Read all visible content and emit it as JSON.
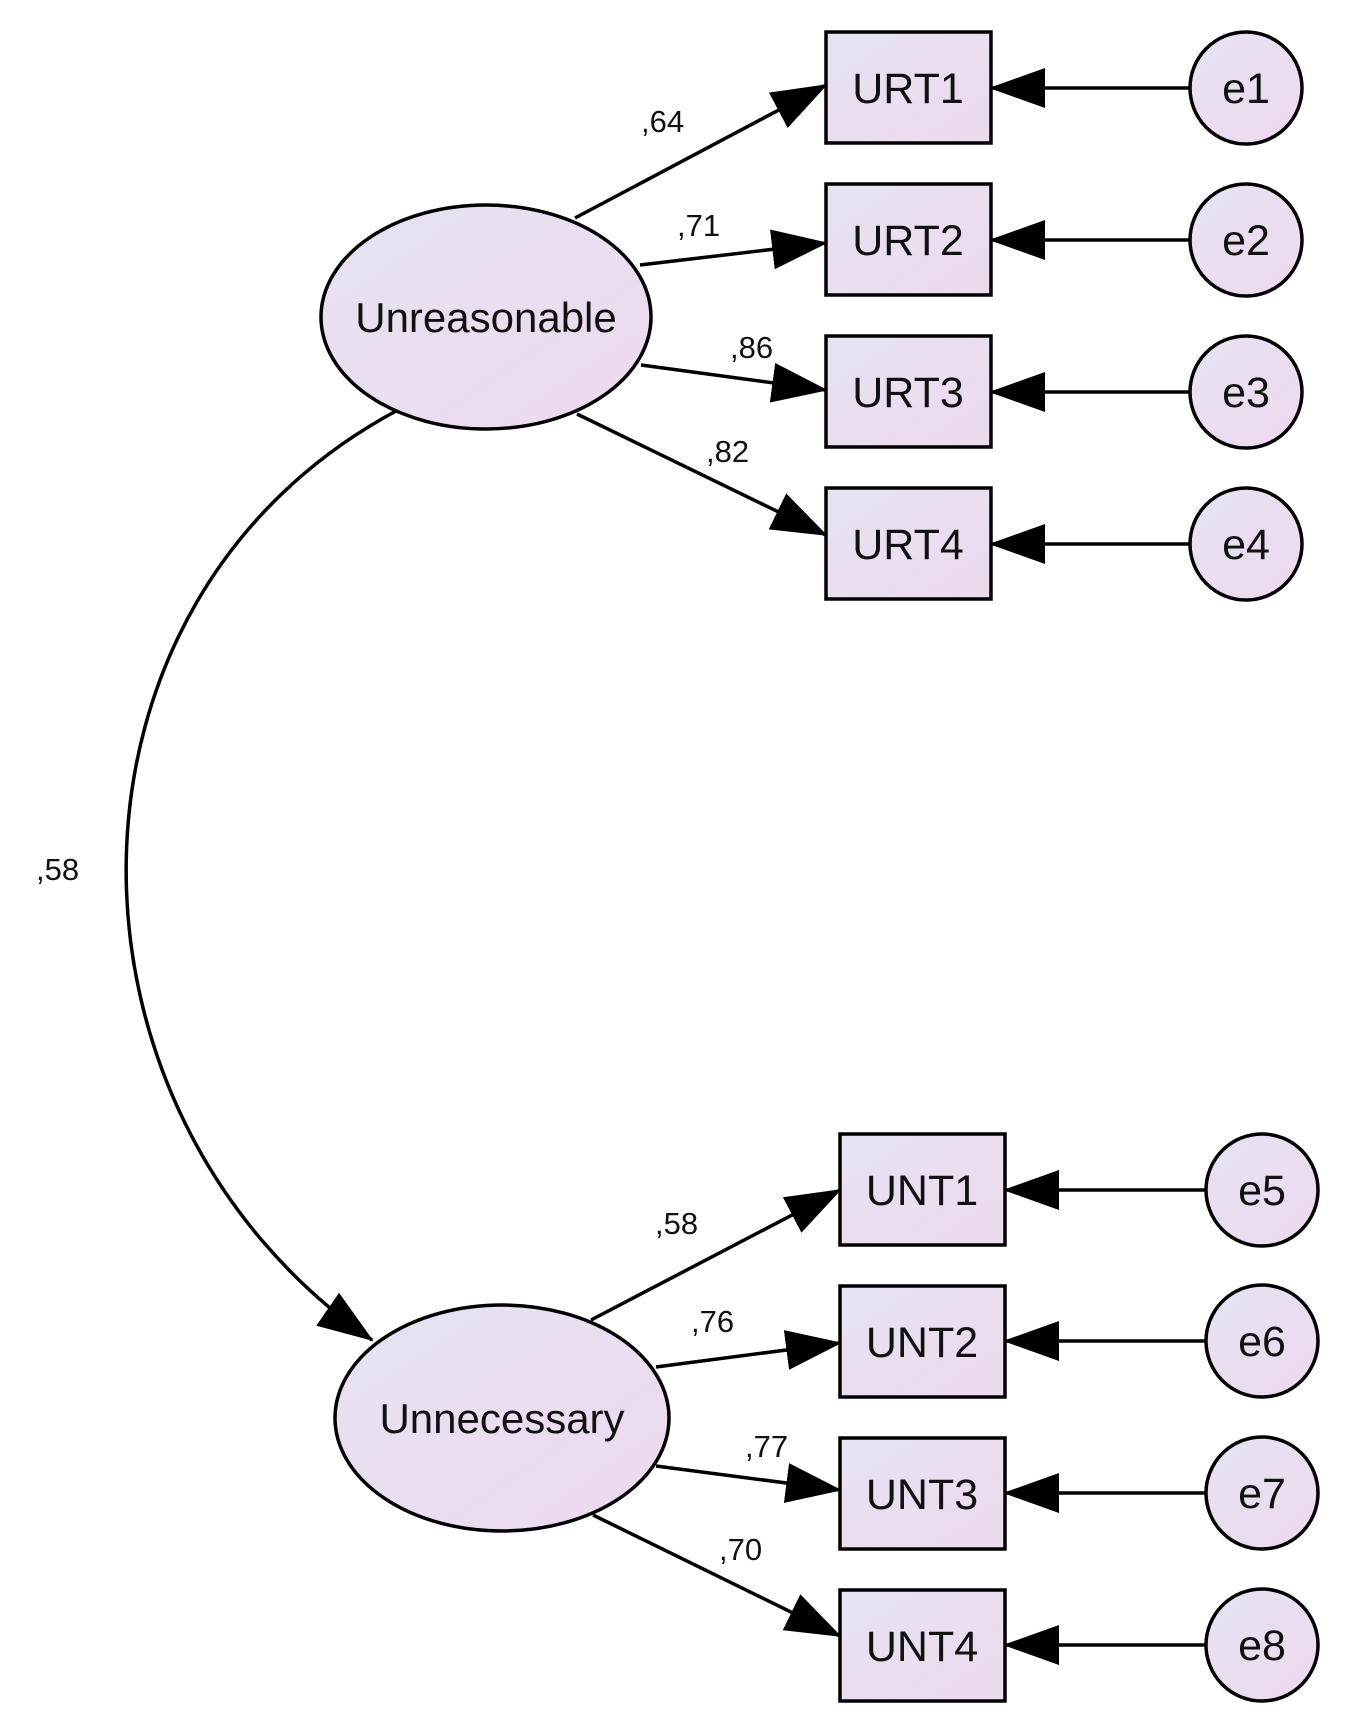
{
  "colors": {
    "fill_start": "#e6e3f1",
    "fill_end": "#edd9ef",
    "stroke": "#000000"
  },
  "latents": {
    "unreasonable": "Unreasonable",
    "unnecessary": "Unnecessary"
  },
  "indicators": {
    "urt1": "URT1",
    "urt2": "URT2",
    "urt3": "URT3",
    "urt4": "URT4",
    "unt1": "UNT1",
    "unt2": "UNT2",
    "unt3": "UNT3",
    "unt4": "UNT4"
  },
  "errors": {
    "e1": "e1",
    "e2": "e2",
    "e3": "e3",
    "e4": "e4",
    "e5": "e5",
    "e6": "e6",
    "e7": "e7",
    "e8": "e8"
  },
  "loadings": {
    "urt1": ",64",
    "urt2": ",71",
    "urt3": ",86",
    "urt4": ",82",
    "unt1": ",58",
    "unt2": ",76",
    "unt3": ",77",
    "unt4": ",70"
  },
  "covariance": ",58"
}
